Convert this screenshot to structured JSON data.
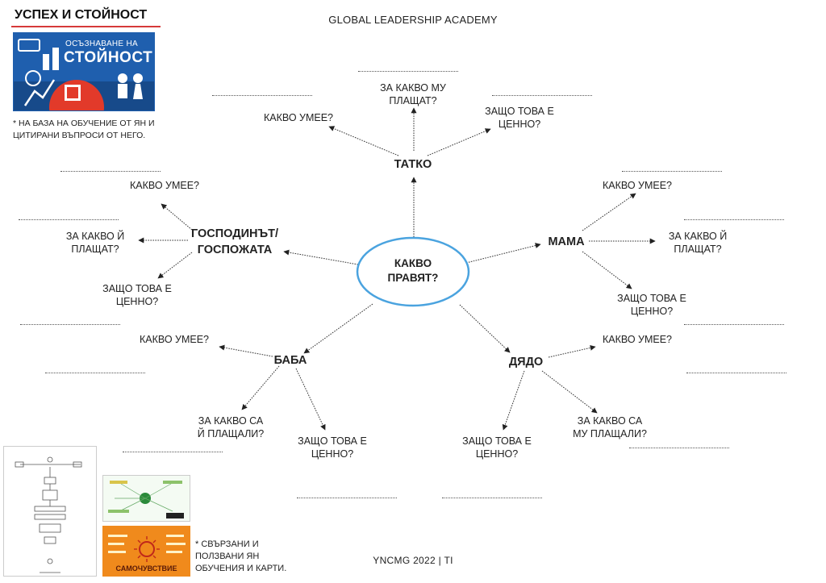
{
  "page": {
    "title": "УСПЕХ И СТОЙНОСТ",
    "header": "GLOBAL LEADERSHIP ACADEMY",
    "footer": "YNCMG 2022 | TI"
  },
  "colors": {
    "accent_red": "#d63a3a",
    "center_ring": "#4aa3df",
    "card_blue": "#1f5fae",
    "card_orange": "#f08a1c"
  },
  "cover_card": {
    "line1": "ОСЪЗНАВАНЕ НА",
    "line2": "СТОЙНОСТ"
  },
  "notes": {
    "top": [
      "* НА БАЗА НА ОБУЧЕНИЕ ОТ ЯН И",
      "ЦИТИРАНИ ВЪПРОСИ ОТ НЕГО."
    ],
    "bottom": [
      "* СВЪРЗАНИ И",
      "ПОЛЗВАНИ ЯН",
      "ОБУЧЕНИЯ И КАРТИ."
    ]
  },
  "center": [
    "КАКВО",
    "ПРАВЯТ?"
  ],
  "nodes": {
    "tatko": "ТАТКО",
    "mama": "МАМА",
    "gospodin": [
      "ГОСПОДИНЪТ/",
      "ГОСПОЖАТА"
    ],
    "baba": "БАБА",
    "dyado": "ДЯДО"
  },
  "questions": {
    "tatko_umee": [
      "КАКВО УМЕЕ?"
    ],
    "tatko_plashtat": [
      "ЗА КАКВО МУ",
      "ПЛАЩАТ?"
    ],
    "tatko_cenno": [
      "ЗАЩО ТОВА Е",
      "ЦЕННО?"
    ],
    "mama_umee": [
      "КАКВО УМЕЕ?"
    ],
    "mama_plashtat": [
      "ЗА КАКВО Й",
      "ПЛАЩАТ?"
    ],
    "mama_cenno": [
      "ЗАЩО ТОВА Е",
      "ЦЕННО?"
    ],
    "gosp_umee": [
      "КАКВО УМЕЕ?"
    ],
    "gosp_plashtat": [
      "ЗА КАКВО Й",
      "ПЛАЩАТ?"
    ],
    "gosp_cenno": [
      "ЗАЩО ТОВА Е",
      "ЦЕННО?"
    ],
    "baba_umee": [
      "КАКВО УМЕЕ?"
    ],
    "baba_plashtali": [
      "ЗА КАКВО СА",
      "Й ПЛАЩАЛИ?"
    ],
    "baba_cenno": [
      "ЗАЩО ТОВА Е",
      "ЦЕННО?"
    ],
    "dyado_umee": [
      "КАКВО УМЕЕ?"
    ],
    "dyado_plashtali": [
      "ЗА КАКВО СА",
      "МУ ПЛАЩАЛИ?"
    ],
    "dyado_cenno": [
      "ЗАЩО ТОВА Е",
      "ЦЕННО?"
    ]
  },
  "orange_card": {
    "caption": "САМОЧУВСТВИЕ"
  }
}
